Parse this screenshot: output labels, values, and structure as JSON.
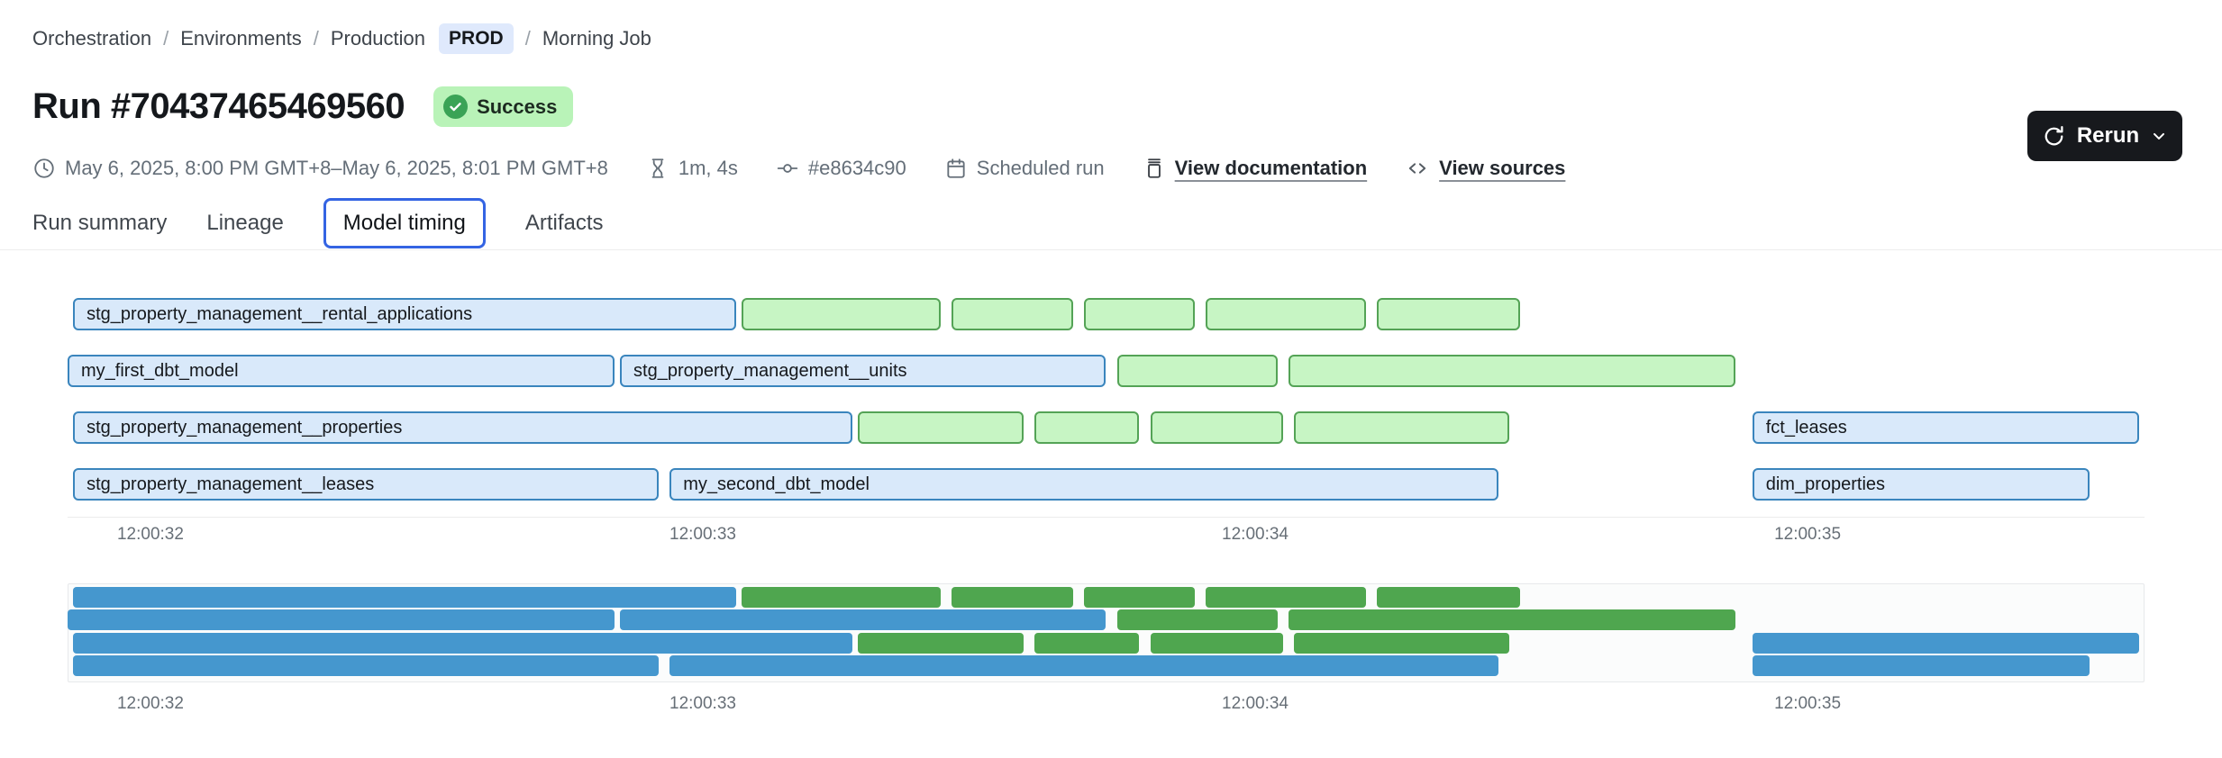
{
  "breadcrumb": {
    "items": [
      {
        "label": "Orchestration",
        "badge": null
      },
      {
        "label": "Environments",
        "badge": null
      },
      {
        "label": "Production",
        "badge": "PROD"
      },
      {
        "label": "Morning Job",
        "badge": null
      }
    ],
    "separator": "/"
  },
  "header": {
    "title": "Run #70437465469560",
    "status": "Success"
  },
  "meta": {
    "time_range": "May 6, 2025, 8:00 PM GMT+8–May 6, 2025, 8:01 PM GMT+8",
    "duration": "1m, 4s",
    "commit": "#e8634c90",
    "trigger": "Scheduled run",
    "documentation_link": "View documentation",
    "sources_link": "View sources"
  },
  "rerun": {
    "label": "Rerun"
  },
  "tabs": [
    {
      "label": "Run summary",
      "active": false
    },
    {
      "label": "Lineage",
      "active": false
    },
    {
      "label": "Model timing",
      "active": true
    },
    {
      "label": "Artifacts",
      "active": false
    }
  ],
  "colors": {
    "gantt_blue_fill": "#d9e9fa",
    "gantt_blue_border": "#3a85bd",
    "gantt_green_fill": "#c7f5c4",
    "gantt_green_border": "#54a356",
    "minimap_blue": "#4597ce",
    "minimap_green": "#4fa64f",
    "active_tab_border": "#3464e3",
    "success_badge_bg": "#b9f3b8",
    "success_icon": "#3aa356",
    "prod_badge_bg": "#dfe9fc",
    "rerun_bg": "#17191d"
  },
  "chart_data": {
    "type": "gantt",
    "x_domain": [
      31.85,
      35.61
    ],
    "ticks": [
      {
        "t": 32,
        "label": "12:00:32"
      },
      {
        "t": 33,
        "label": "12:00:33"
      },
      {
        "t": 34,
        "label": "12:00:34"
      },
      {
        "t": 35,
        "label": "12:00:35"
      }
    ],
    "rows": [
      [
        {
          "name": "stg_property_management__rental_applications",
          "color": "blue",
          "start": 31.86,
          "end": 33.06
        },
        {
          "name": "",
          "color": "green",
          "start": 33.07,
          "end": 33.43
        },
        {
          "name": "",
          "color": "green",
          "start": 33.45,
          "end": 33.67
        },
        {
          "name": "",
          "color": "green",
          "start": 33.69,
          "end": 33.89
        },
        {
          "name": "",
          "color": "green",
          "start": 33.91,
          "end": 34.2
        },
        {
          "name": "",
          "color": "green",
          "start": 34.22,
          "end": 34.48
        }
      ],
      [
        {
          "name": "my_first_dbt_model",
          "color": "blue",
          "start": 31.85,
          "end": 32.84
        },
        {
          "name": "stg_property_management__units",
          "color": "blue",
          "start": 32.85,
          "end": 33.73
        },
        {
          "name": "",
          "color": "green",
          "start": 33.75,
          "end": 34.04
        },
        {
          "name": "",
          "color": "green",
          "start": 34.06,
          "end": 34.87
        }
      ],
      [
        {
          "name": "stg_property_management__properties",
          "color": "blue",
          "start": 31.86,
          "end": 33.27
        },
        {
          "name": "",
          "color": "green",
          "start": 33.28,
          "end": 33.58
        },
        {
          "name": "",
          "color": "green",
          "start": 33.6,
          "end": 33.79
        },
        {
          "name": "",
          "color": "green",
          "start": 33.81,
          "end": 34.05
        },
        {
          "name": "",
          "color": "green",
          "start": 34.07,
          "end": 34.46
        },
        {
          "name": "fct_leases",
          "color": "blue",
          "start": 34.9,
          "end": 35.6
        }
      ],
      [
        {
          "name": "stg_property_management__leases",
          "color": "blue",
          "start": 31.86,
          "end": 32.92
        },
        {
          "name": "my_second_dbt_model",
          "color": "blue",
          "start": 32.94,
          "end": 34.44
        },
        {
          "name": "dim_properties",
          "color": "blue",
          "start": 34.9,
          "end": 35.51
        }
      ]
    ]
  }
}
